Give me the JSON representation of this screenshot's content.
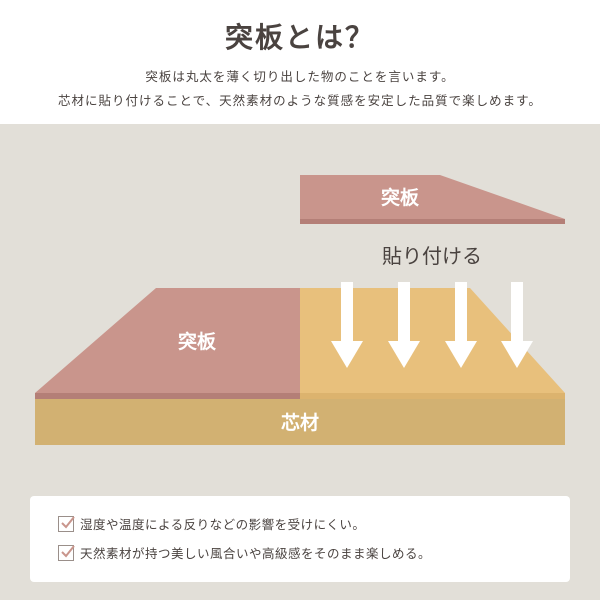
{
  "title": "突板とは？",
  "description": [
    "突板は丸太を薄く切り出した物のことを言います。",
    "芯材に貼り付けることで、天然素材のような質感を安定した品質で楽しめます。"
  ],
  "diagram": {
    "top_layer_label": "突板",
    "action_label": "貼り付ける",
    "veneer_label": "突板",
    "core_label": "芯材"
  },
  "benefits": [
    "湿度や温度による反りなどの影響を受けにくい。",
    "天然素材が持つ美しい風合いや高級感をそのまま楽しめる。"
  ],
  "colors": {
    "background_band": "#e2dfd8",
    "veneer": "#c9958c",
    "core": "#e8c07c",
    "core_front": "#d2b172",
    "check_color": "#c9958c"
  }
}
